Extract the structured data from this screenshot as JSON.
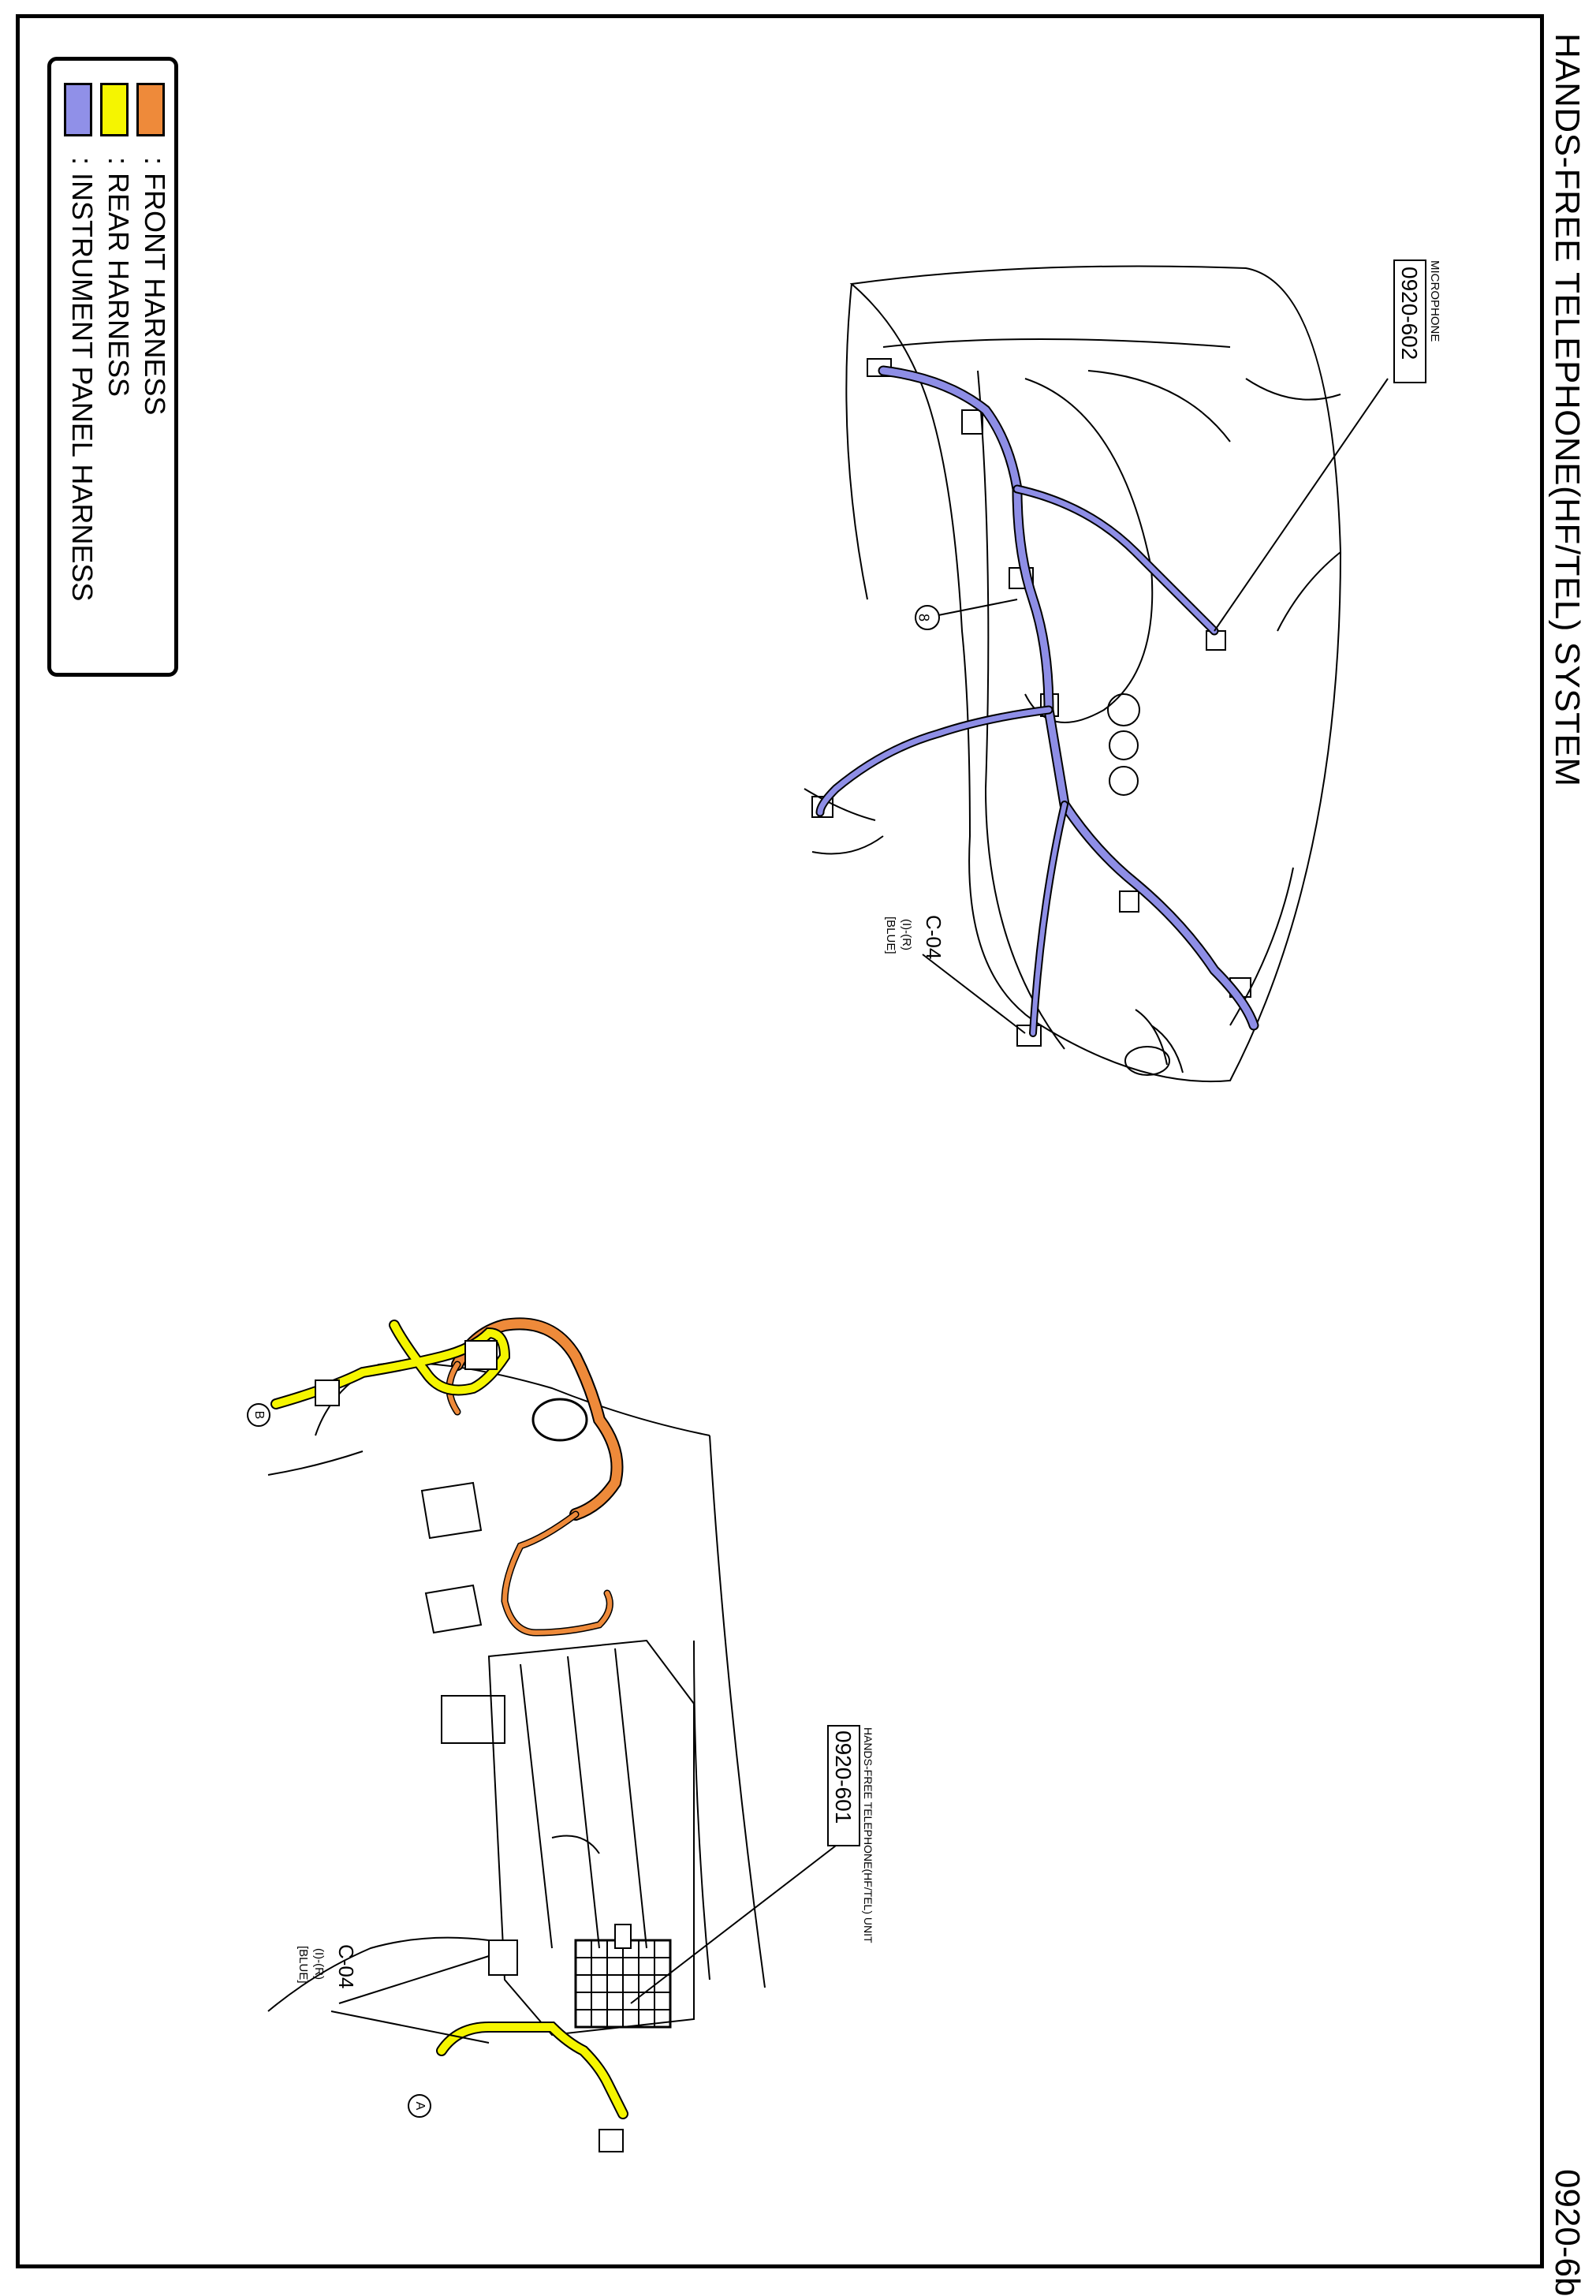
{
  "title": "HANDS-FREE TELEPHONE(HF/TEL) SYSTEM",
  "page_number": "0920-6b",
  "legend": [
    {
      "label": ": FRONT HARNESS",
      "color": "#ee8a3a"
    },
    {
      "label": ": REAR HARNESS",
      "color": "#f5f500"
    },
    {
      "label": ": INSTRUMENT PANEL HARNESS",
      "color": "#9090e8"
    }
  ],
  "callouts": {
    "microphone_name": "MICROPHONE",
    "microphone_code": "0920-602",
    "unit_name": "HANDS-FREE TELEPHONE(HF/TEL) UNIT",
    "unit_code": "0920-601",
    "connector_top": {
      "id": "C-04",
      "pins": "(I)-(R)",
      "color": "[BLUE]"
    },
    "connector_bottom": {
      "id": "C-04",
      "pins": "(I)-(R)",
      "color": "[BLUE]"
    },
    "marker_8": "8",
    "marker_a": "A",
    "marker_b": "B"
  }
}
